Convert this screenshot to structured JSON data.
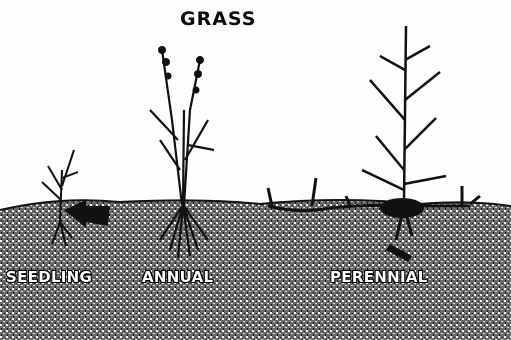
{
  "title": "GRASS",
  "labels": {
    "seedling": "Seedling",
    "annual": "Annual",
    "perennial": "Perennial"
  },
  "colors": {
    "ink": "#0b0b0b",
    "soil_dark": "#2a2a2a",
    "paper": "#fdfdfd"
  }
}
